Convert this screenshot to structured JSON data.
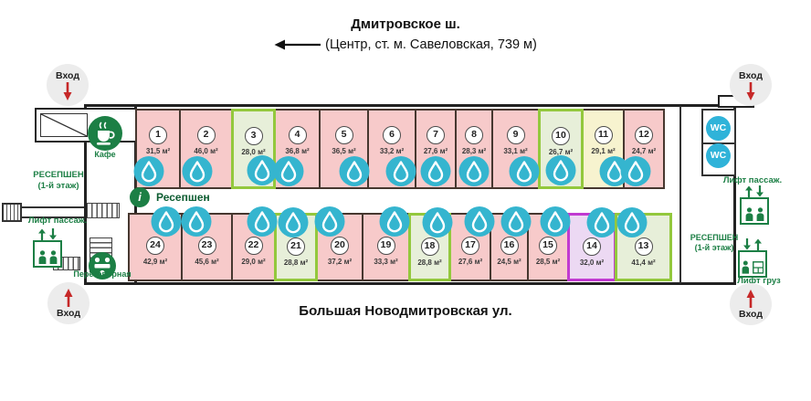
{
  "streets": {
    "top": "Дмитровское ш.",
    "top_sub": "(Центр, ст. м. Савеловская, 739 м)",
    "bottom": "Большая Новодмитровская ул."
  },
  "entrances": {
    "label": "Вход"
  },
  "left": {
    "cafe": "Кафе",
    "reception_line1": "РЕСЕПШЕН",
    "reception_line2": "(1-й этаж)",
    "lift_pass": "Лифт пассаж.",
    "meeting": "Переговорная"
  },
  "center": {
    "reception": "Ресепшен",
    "info": "i"
  },
  "right": {
    "wc": "WC",
    "lift_pass": "Лифт пассаж.",
    "reception_line1": "РЕСЕПШЕН",
    "reception_line2": "(1-й этаж)",
    "lift_cargo": "Лифт груз"
  },
  "rooms_top": [
    {
      "number": "1",
      "area": "31,5 м²",
      "highlight": ""
    },
    {
      "number": "2",
      "area": "46,0 м²",
      "highlight": ""
    },
    {
      "number": "3",
      "area": "28,0 м²",
      "highlight": "green"
    },
    {
      "number": "4",
      "area": "36,8 м²",
      "highlight": ""
    },
    {
      "number": "5",
      "area": "36,5 м²",
      "highlight": ""
    },
    {
      "number": "6",
      "area": "33,2 м²",
      "highlight": ""
    },
    {
      "number": "7",
      "area": "27,6 м²",
      "highlight": ""
    },
    {
      "number": "8",
      "area": "28,3 м²",
      "highlight": ""
    },
    {
      "number": "9",
      "area": "33,1 м²",
      "highlight": ""
    },
    {
      "number": "10",
      "area": "26,7 м²",
      "highlight": "green"
    },
    {
      "number": "11",
      "area": "29,1 м²",
      "highlight": "yellow"
    },
    {
      "number": "12",
      "area": "24,7 м²",
      "highlight": ""
    }
  ],
  "rooms_bottom": [
    {
      "number": "24",
      "area": "42,9 м²",
      "highlight": ""
    },
    {
      "number": "23",
      "area": "45,6 м²",
      "highlight": ""
    },
    {
      "number": "22",
      "area": "29,0 м²",
      "highlight": ""
    },
    {
      "number": "21",
      "area": "28,8 м²",
      "highlight": "green"
    },
    {
      "number": "20",
      "area": "37,2 м²",
      "highlight": ""
    },
    {
      "number": "19",
      "area": "33,3 м²",
      "highlight": ""
    },
    {
      "number": "18",
      "area": "28,8 м²",
      "highlight": "green"
    },
    {
      "number": "17",
      "area": "27,6 м²",
      "highlight": ""
    },
    {
      "number": "16",
      "area": "24,5 м²",
      "highlight": ""
    },
    {
      "number": "15",
      "area": "28,5 м²",
      "highlight": ""
    },
    {
      "number": "14",
      "area": "32,0 м²",
      "highlight": "purple"
    },
    {
      "number": "13",
      "area": "41,4 м²",
      "highlight": "green"
    }
  ],
  "colors": {
    "room_pink": "#f7caca",
    "room_green": "#e7efd9",
    "room_green_border": "#93c83d",
    "room_yellow": "#f7f3cf",
    "room_purple": "#ecd9f3",
    "room_purple_border": "#c13ad1",
    "drop": "#35b5cf",
    "icon_green": "#1c7f45",
    "entrance_arrow": "#c62828",
    "wc_blue": "#2fb3d9"
  }
}
